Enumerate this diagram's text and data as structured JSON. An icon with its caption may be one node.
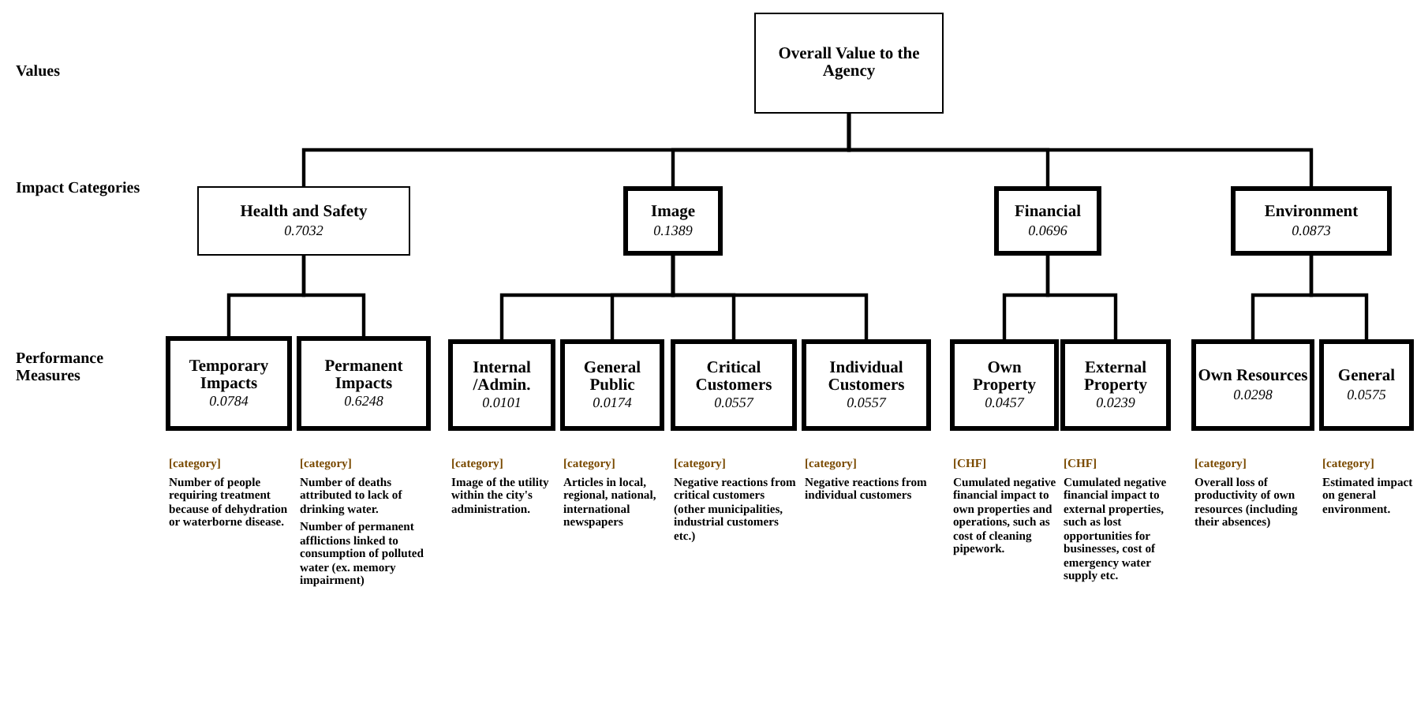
{
  "diagram": {
    "nodes": [
      {
        "text": [
          "Overall Value to the Agency"
        ]
      },
      {
        "text": [
          "Health and Safety",
          "0.7032"
        ]
      },
      {
        "text": [
          "Image",
          "0.1389"
        ]
      },
      {
        "text": [
          "Financial",
          "0.0696"
        ]
      },
      {
        "text": [
          "Environment",
          "0.0873"
        ]
      },
      {
        "text": [
          "Temporary Impacts",
          "0.0784"
        ],
        "beside": [
          "[category]",
          "Number of people requiring treatment because of dehydration or waterborne disease."
        ]
      },
      {
        "text": [
          "Permanent Impacts",
          "0.6248"
        ],
        "beside": [
          "[category]",
          "Number of deaths attributed to lack of drinking water.",
          "Number of permanent afflictions linked to consumption of polluted water (ex. memory impairment)"
        ]
      },
      {
        "text": [
          "Internal /Admin.",
          "0.0101"
        ],
        "beside": [
          "[category]",
          "Image of the utility within the city's administration."
        ]
      },
      {
        "text": [
          "General Public",
          "0.0174"
        ],
        "beside": [
          "[category]",
          "Articles in local, regional, national, international newspapers"
        ]
      },
      {
        "text": [
          "Critical Customers",
          "0.0557"
        ],
        "beside": [
          "[category]",
          "Negative reactions from critical customers (other municipalities, industrial customers etc.)"
        ]
      },
      {
        "text": [
          "Individual Customers",
          "0.0557"
        ],
        "beside": [
          "[category]",
          "Negative reactions from individual customers"
        ]
      },
      {
        "text": [
          "Own Property",
          "0.0457"
        ],
        "beside": [
          "[CHF]",
          "Cumulated negative financial impact to own properties and operations, such as cost of cleaning pipework."
        ]
      },
      {
        "text": [
          "External Property",
          "0.0239"
        ],
        "beside": [
          "[CHF]",
          "Cumulated negative financial impact to external properties, such as lost opportunities for businesses, cost of emergency water supply etc."
        ]
      },
      {
        "text": [
          "Own Resources",
          "0.0298"
        ],
        "beside": [
          "[category]",
          "Overall loss of productivity of own resources (including their absences)"
        ]
      },
      {
        "text": [
          "General",
          "0.0575"
        ],
        "beside": [
          "[category]",
          "Estimated impact on general environment."
        ]
      }
    ],
    "edges": [
      {
        "from": 0,
        "to": 1,
        "arrow": "none"
      },
      {
        "from": 0,
        "to": 2,
        "arrow": "none"
      },
      {
        "from": 0,
        "to": 3,
        "arrow": "none"
      },
      {
        "from": 0,
        "to": 4,
        "arrow": "none"
      },
      {
        "from": 1,
        "to": 5,
        "arrow": "none"
      },
      {
        "from": 1,
        "to": 6,
        "arrow": "none"
      },
      {
        "from": 2,
        "to": 7,
        "arrow": "none"
      },
      {
        "from": 2,
        "to": 8,
        "arrow": "none"
      },
      {
        "from": 2,
        "to": 9,
        "arrow": "none"
      },
      {
        "from": 2,
        "to": 10,
        "arrow": "none"
      },
      {
        "from": 3,
        "to": 11,
        "arrow": "none"
      },
      {
        "from": 3,
        "to": 12,
        "arrow": "none"
      },
      {
        "from": 4,
        "to": 13,
        "arrow": "none"
      },
      {
        "from": 4,
        "to": 14,
        "arrow": "none"
      }
    ],
    "labels": [
      "Values",
      "Impact Categories",
      "Performance Measures"
    ]
  }
}
